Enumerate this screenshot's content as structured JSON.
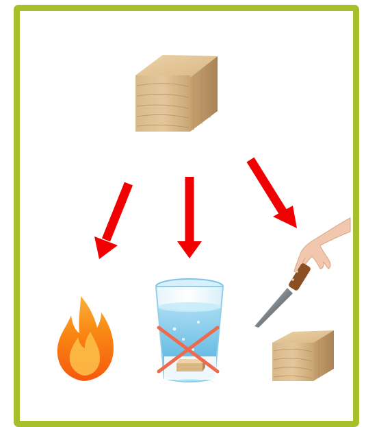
{
  "diagram": {
    "frame_color": "#a7bf2d",
    "arrow_color": "#f00000",
    "items": [
      {
        "id": "wood-block",
        "icon": "wooden-block-icon"
      },
      {
        "id": "fire",
        "icon": "fire-icon"
      },
      {
        "id": "water-glass",
        "icon": "glass-of-water-icon",
        "crossed_out": true
      },
      {
        "id": "knife",
        "icon": "hand-with-knife-icon"
      },
      {
        "id": "cut-block",
        "icon": "cut-wooden-block-icon"
      }
    ],
    "arrows": [
      {
        "from": "wood-block",
        "to": "fire"
      },
      {
        "from": "wood-block",
        "to": "water-glass"
      },
      {
        "from": "wood-block",
        "to": "knife"
      }
    ]
  }
}
